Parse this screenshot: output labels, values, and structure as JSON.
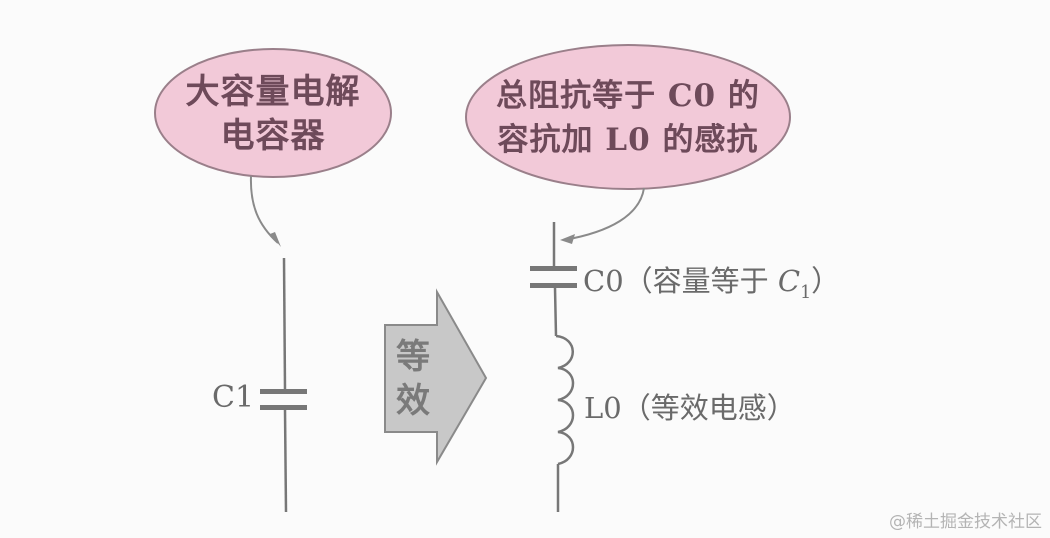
{
  "diagram": {
    "left_bubble": {
      "line1": "大容量电解",
      "line2": "电容器",
      "fill": "#f2c9d8",
      "stroke": "#9a7f8a"
    },
    "right_bubble": {
      "line1": "总阻抗等于 C0 的",
      "line2": "容抗加 L0 的感抗",
      "fill": "#f2c9d8",
      "stroke": "#9a7f8a"
    },
    "left_circuit": {
      "capacitor_label": "C1"
    },
    "equivalence_arrow": {
      "char1": "等",
      "char2": "效",
      "fill": "#c8c8c8"
    },
    "right_circuit": {
      "capacitor_label": "C0（容量等于 ",
      "capacitor_label_var": "C",
      "capacitor_label_sub": "1",
      "capacitor_label_close": "）",
      "inductor_label": "L0（等效电感）"
    },
    "line_color": "#777777"
  },
  "watermark": "@稀土掘金技术社区"
}
